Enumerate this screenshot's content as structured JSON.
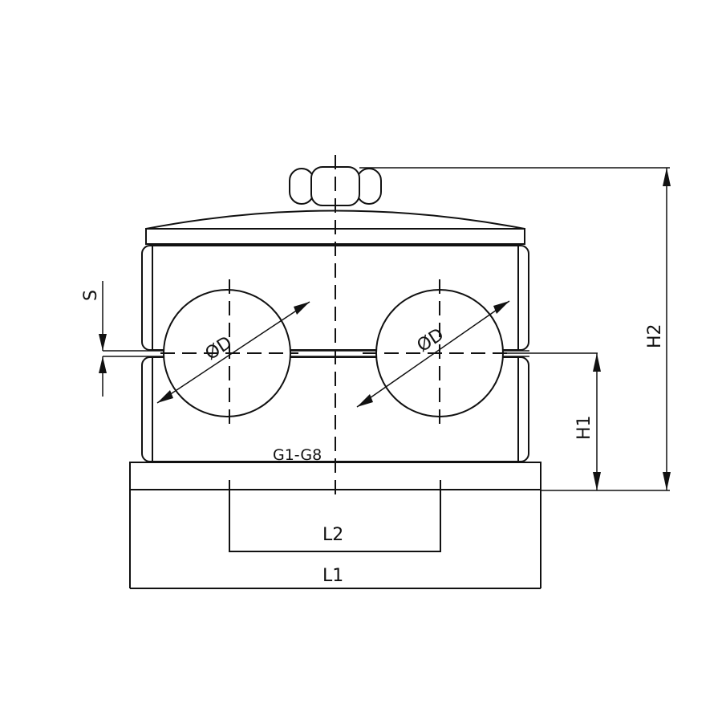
{
  "drawing": {
    "labels": {
      "diameter_left": "ØD",
      "diameter_right": "ØD",
      "thickness": "S",
      "height_total": "H2",
      "height_center": "H1",
      "inner_length": "L2",
      "outer_length": "L1",
      "group_range": "G1-G8"
    },
    "line_color": "#111111",
    "background_color": "#ffffff"
  }
}
